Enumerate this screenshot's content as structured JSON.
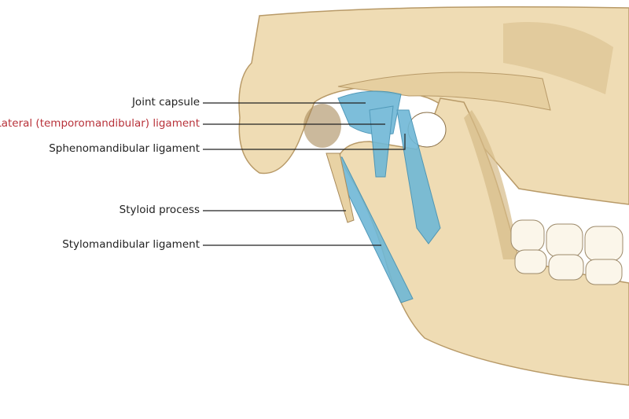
{
  "labels": {
    "joint_capsule": "Joint capsule",
    "lateral_ligament": "Lateral (temporomandibular) ligament",
    "sphenomandibular": "Sphenomandibular ligament",
    "styloid": "Styloid process",
    "stylomandibular": "Stylomandibular ligament"
  },
  "colors": {
    "bone": "#efdcb4",
    "bone_shadow": "#c9ad7c",
    "ligament": "#6fb8d6",
    "highlight_label": "#b8323a"
  }
}
